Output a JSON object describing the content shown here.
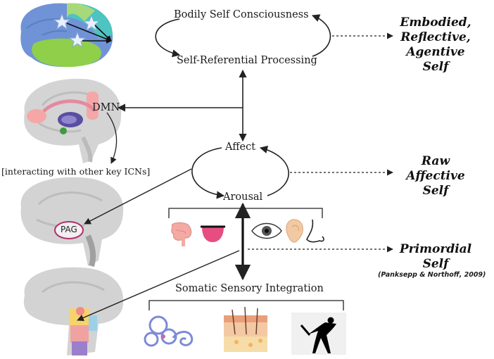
{
  "nodes": {
    "bodily": "Bodily Self Consciousness",
    "srp": "Self-Referential Processing",
    "dmn": "DMN",
    "icn": "[interacting with other key ICNs]",
    "affect": "Affect",
    "arousal": "Arousal",
    "somatic": "Somatic Sensory Integration",
    "pag": "PAG"
  },
  "selves": {
    "embodied": [
      "Embodied,",
      "Reflective,",
      "Agentive",
      "Self"
    ],
    "raw": [
      "Raw",
      "Affective",
      "Self"
    ],
    "primordial": [
      "Primordial",
      "Self"
    ]
  },
  "citation": "(Panksepp & Northoff, 2009)",
  "icons": [
    "brain-cortex-icon",
    "brain-dmn-icon",
    "brain-pag-icon",
    "brainstem-icon",
    "intestine-icon",
    "tongue-icon",
    "eye-icon",
    "ear-icon",
    "nose-icon",
    "inner-ear-icon",
    "skin-layers-icon",
    "stretching-figure-icon"
  ],
  "colors": {
    "arrow": "#222222",
    "dmn_pink": "#f4a6a8",
    "pag_border": "#b0306a",
    "brain_gray": "#cfcfcf",
    "brainstem_purple": "#9b7fcb"
  }
}
